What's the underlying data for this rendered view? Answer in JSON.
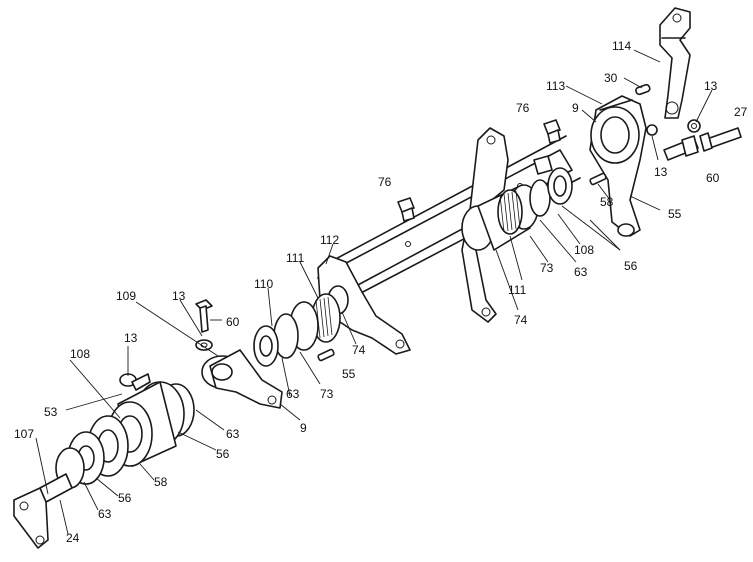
{
  "diagram": {
    "callouts": [
      "114",
      "30",
      "13",
      "27",
      "113",
      "9",
      "76",
      "13",
      "60",
      "58",
      "55",
      "76",
      "108",
      "56",
      "73",
      "63",
      "111",
      "74",
      "112",
      "111",
      "110",
      "109",
      "13",
      "60",
      "74",
      "55",
      "73",
      "63",
      "9",
      "108",
      "13",
      "53",
      "63",
      "56",
      "58",
      "107",
      "56",
      "63",
      "24"
    ]
  }
}
